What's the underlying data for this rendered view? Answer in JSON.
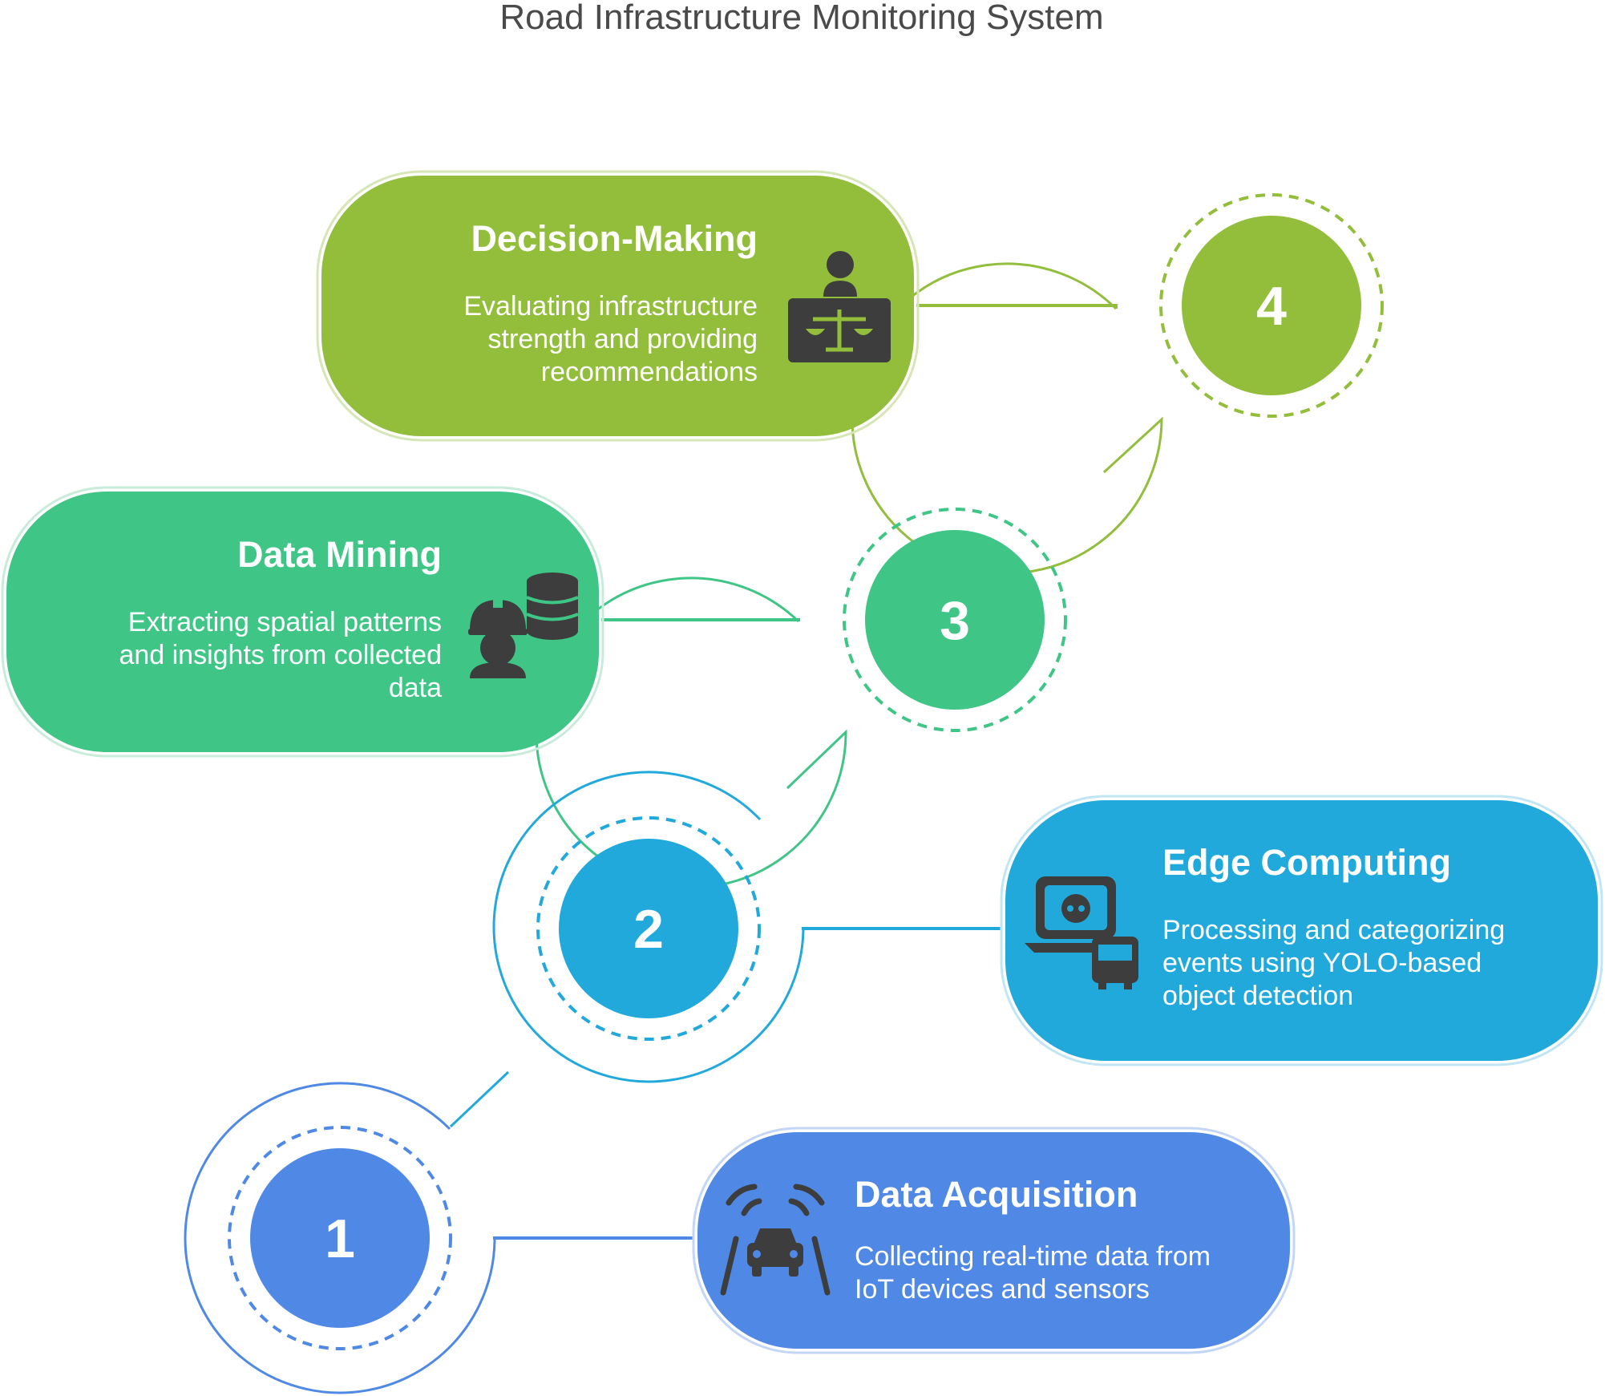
{
  "title": "Road Infrastructure Monitoring System",
  "steps": [
    {
      "number": "1",
      "title": "Data Acquisition",
      "desc_lines": [
        "Collecting real-time data from",
        "IoT devices and sensors"
      ],
      "icon": "car-signal-icon",
      "color": "#4F89E5"
    },
    {
      "number": "2",
      "title": "Edge Computing",
      "desc_lines": [
        "Processing and categorizing",
        "events using YOLO-based",
        "object detection"
      ],
      "icon": "laptop-bus-icon",
      "color": "#21A9DC"
    },
    {
      "number": "3",
      "title": "Data Mining",
      "desc_lines": [
        "Extracting spatial patterns",
        "and insights from collected",
        "data"
      ],
      "icon": "worker-database-icon",
      "color": "#3FC687"
    },
    {
      "number": "4",
      "title": "Decision-Making",
      "desc_lines": [
        "Evaluating infrastructure",
        "strength and providing",
        "recommendations"
      ],
      "icon": "judge-scales-icon",
      "color": "#92BE3B"
    }
  ]
}
